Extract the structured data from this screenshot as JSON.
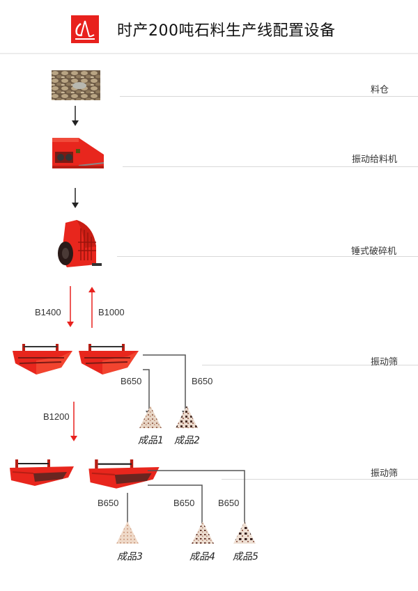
{
  "header": {
    "title": "时产200吨石料生产线配置设备",
    "logo_icon": "company-logo-red-square"
  },
  "stages": [
    {
      "label": "料仓",
      "equipment_icon": "stone-bin-photo"
    },
    {
      "label": "振动给料机",
      "equipment_icon": "vibrating-feeder-photo"
    },
    {
      "label": "锤式破碎机",
      "equipment_icon": "hammer-crusher-photo"
    },
    {
      "label": "振动筛",
      "equipment_icon": "vibrating-screen-photo"
    },
    {
      "label": "振动筛",
      "equipment_icon": "vibrating-screen-photo"
    }
  ],
  "conveyors": {
    "crusher_to_screen": "B1400",
    "screen_return": "B1000",
    "screen1_to_screen2": "B1200",
    "to_product1": "B650",
    "to_product2": "B650",
    "to_product3": "B650",
    "to_product4": "B650",
    "to_product5": "B650"
  },
  "products": [
    "成品1",
    "成品2",
    "成品3",
    "成品4",
    "成品5"
  ],
  "colors": {
    "machine_red": "#e8261d",
    "flow_arrow_red": "#e8211d",
    "flow_arrow_gray": "#555555",
    "rule_gray": "#d8d8d8"
  }
}
